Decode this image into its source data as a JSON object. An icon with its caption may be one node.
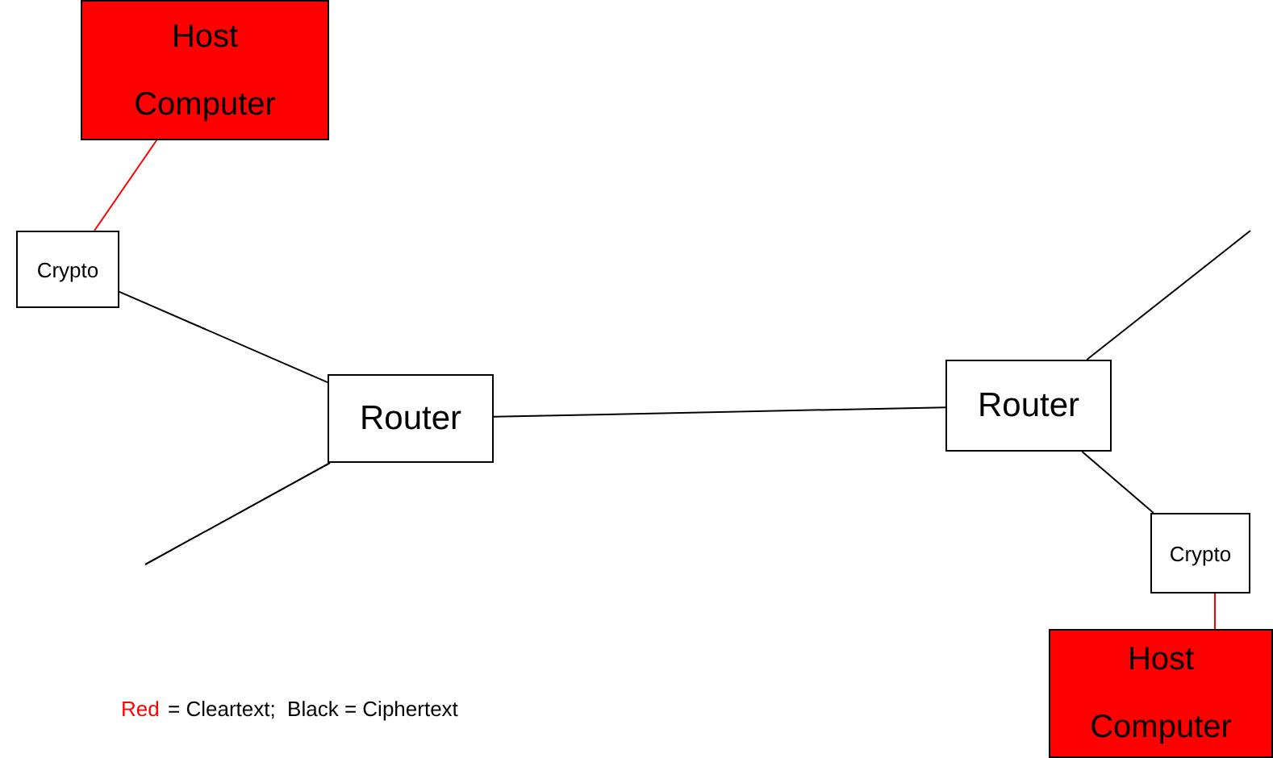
{
  "diagram": {
    "nodes": [
      {
        "text": [
          "Host Computer"
        ]
      },
      {
        "text": [
          "Crypto"
        ]
      },
      {
        "text": [
          "Router"
        ]
      },
      {
        "text": [
          "Router"
        ]
      },
      {
        "text": [
          "Crypto"
        ]
      },
      {
        "text": [
          "Host Computer"
        ]
      }
    ],
    "edges": [
      {
        "from": 0,
        "to": 1,
        "arrow": "none",
        "color": "#ff0000"
      },
      {
        "from": 1,
        "to": 2,
        "arrow": "none"
      },
      {
        "from": 2,
        "to": 3,
        "arrow": "none"
      },
      {
        "from": 3,
        "to": null,
        "arrow": "none"
      },
      {
        "from": 2,
        "to": null,
        "arrow": "none"
      },
      {
        "from": 3,
        "to": 4,
        "arrow": "none"
      },
      {
        "from": 4,
        "to": 5,
        "arrow": "none",
        "color": "#ff0000"
      }
    ],
    "labels": [
      "Red",
      "= Cleartext;  Black = Ciphertext"
    ]
  }
}
